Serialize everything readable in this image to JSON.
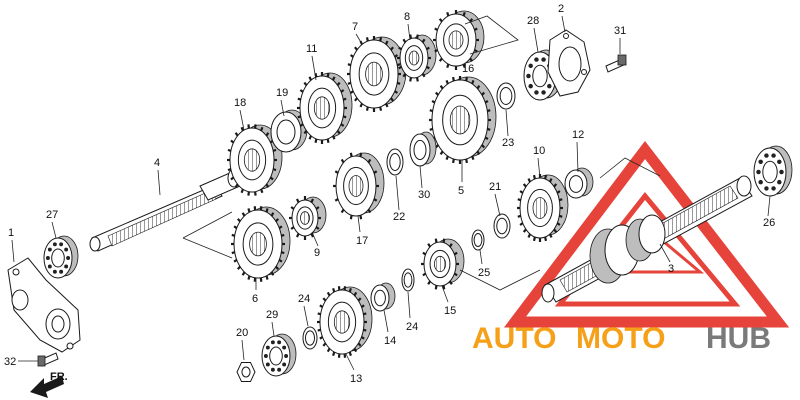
{
  "diagram": {
    "callouts": [
      {
        "id": "c1",
        "text": "1"
      },
      {
        "id": "c2",
        "text": "2"
      },
      {
        "id": "c3",
        "text": "3"
      },
      {
        "id": "c4",
        "text": "4"
      },
      {
        "id": "c5",
        "text": "5"
      },
      {
        "id": "c6",
        "text": "6"
      },
      {
        "id": "c7",
        "text": "7"
      },
      {
        "id": "c8",
        "text": "8"
      },
      {
        "id": "c9",
        "text": "9"
      },
      {
        "id": "c10",
        "text": "10"
      },
      {
        "id": "c11",
        "text": "11"
      },
      {
        "id": "c12",
        "text": "12"
      },
      {
        "id": "c13",
        "text": "13"
      },
      {
        "id": "c14",
        "text": "14"
      },
      {
        "id": "c15",
        "text": "15"
      },
      {
        "id": "c16",
        "text": "16"
      },
      {
        "id": "c17",
        "text": "17"
      },
      {
        "id": "c18",
        "text": "18"
      },
      {
        "id": "c19",
        "text": "19"
      },
      {
        "id": "c20",
        "text": "20"
      },
      {
        "id": "c21",
        "text": "21"
      },
      {
        "id": "c22",
        "text": "22"
      },
      {
        "id": "c23",
        "text": "23"
      },
      {
        "id": "c24a",
        "text": "24"
      },
      {
        "id": "c24b",
        "text": "24"
      },
      {
        "id": "c25",
        "text": "25"
      },
      {
        "id": "c26",
        "text": "26"
      },
      {
        "id": "c27",
        "text": "27"
      },
      {
        "id": "c28",
        "text": "28"
      },
      {
        "id": "c29",
        "text": "29"
      },
      {
        "id": "c30",
        "text": "30"
      },
      {
        "id": "c31",
        "text": "31"
      },
      {
        "id": "c32",
        "text": "32"
      }
    ],
    "front_arrow_label": "FR.",
    "colors": {
      "line": "#1a1a1a",
      "gear_fill": "#ffffff",
      "watermark_red": "#e2231a",
      "watermark_orange": "#f6a01a",
      "watermark_gray": "#7a7a7a"
    }
  },
  "watermark": {
    "word_auto": "AUTO",
    "word_moto": "MOTO",
    "word_hub": "HUB"
  }
}
